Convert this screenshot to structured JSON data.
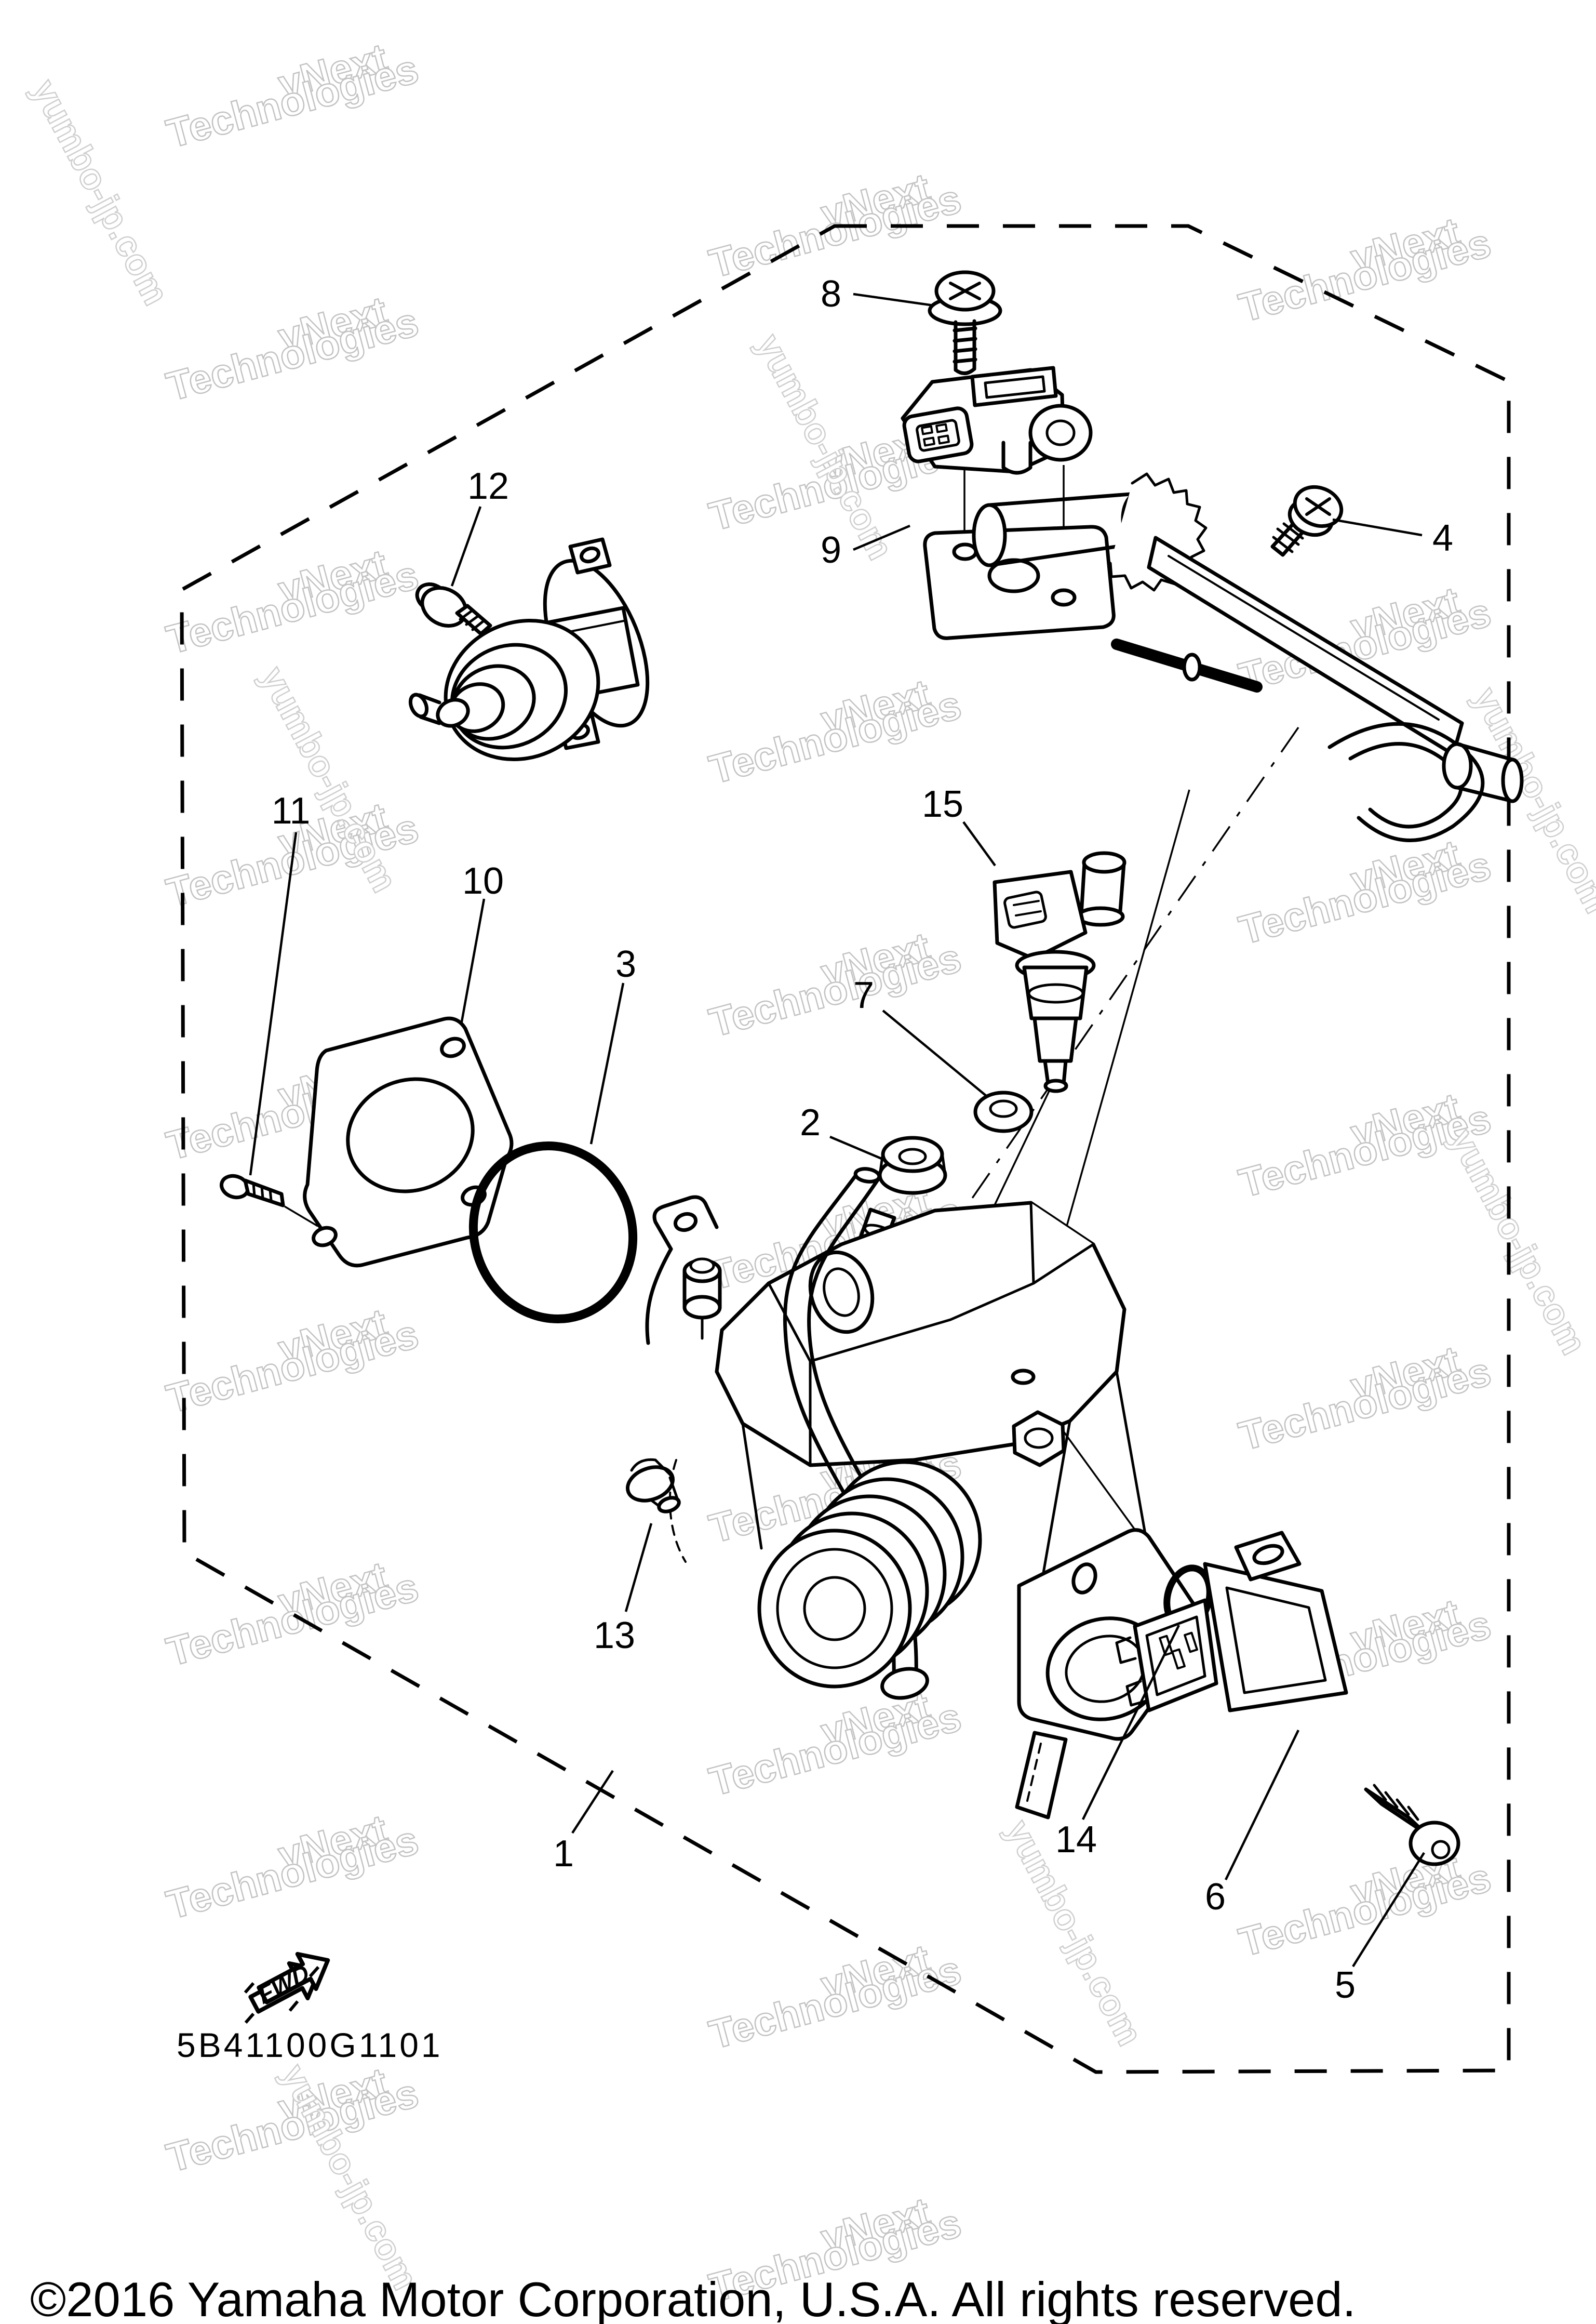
{
  "diagram": {
    "part_code": "5B41100G1101",
    "fwd_label": "FWD",
    "copyright": "©2016 Yamaha Motor Corporation, U.S.A. All rights reserved.",
    "watermark": {
      "line1": "vNext",
      "line2": "Technologies",
      "site": "yumbo-jp.com"
    },
    "callout_labels": [
      "1",
      "2",
      "3",
      "4",
      "5",
      "6",
      "7",
      "8",
      "9",
      "10",
      "11",
      "12",
      "13",
      "14",
      "15"
    ],
    "colors": {
      "line": "#000000",
      "watermark_stroke": "#c3c3c3",
      "background": "#ffffff"
    }
  }
}
